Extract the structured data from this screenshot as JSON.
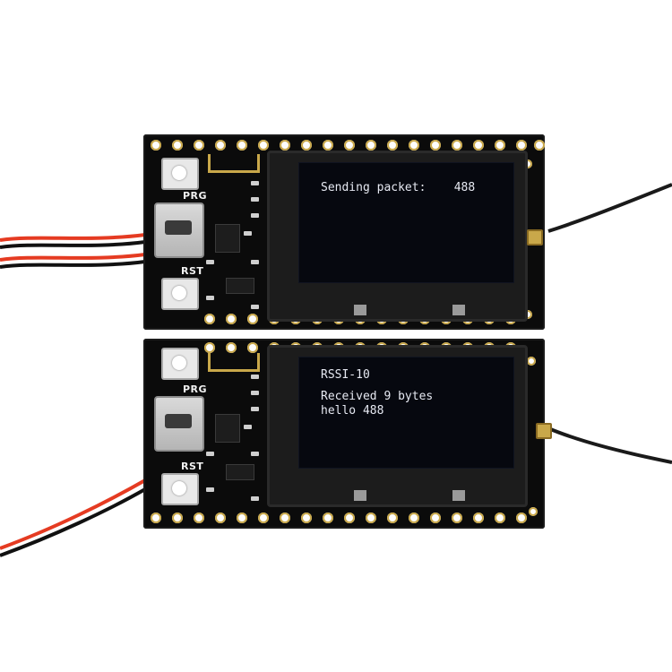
{
  "boards": {
    "top": {
      "prg_label": "PRG",
      "rst_label": "RST",
      "screen_lines": [
        "Sending packet:    488"
      ]
    },
    "bottom": {
      "prg_label": "PRG",
      "rst_label": "RST",
      "screen_lines": [
        "RSSI-10",
        "Received 9 bytes",
        "hello 488"
      ]
    }
  },
  "colors": {
    "pcb": "#0b0b0b",
    "gold": "#c9a84a",
    "wire_red": "#e53b22",
    "wire_black": "#111111",
    "cable": "#1a1a1a"
  }
}
